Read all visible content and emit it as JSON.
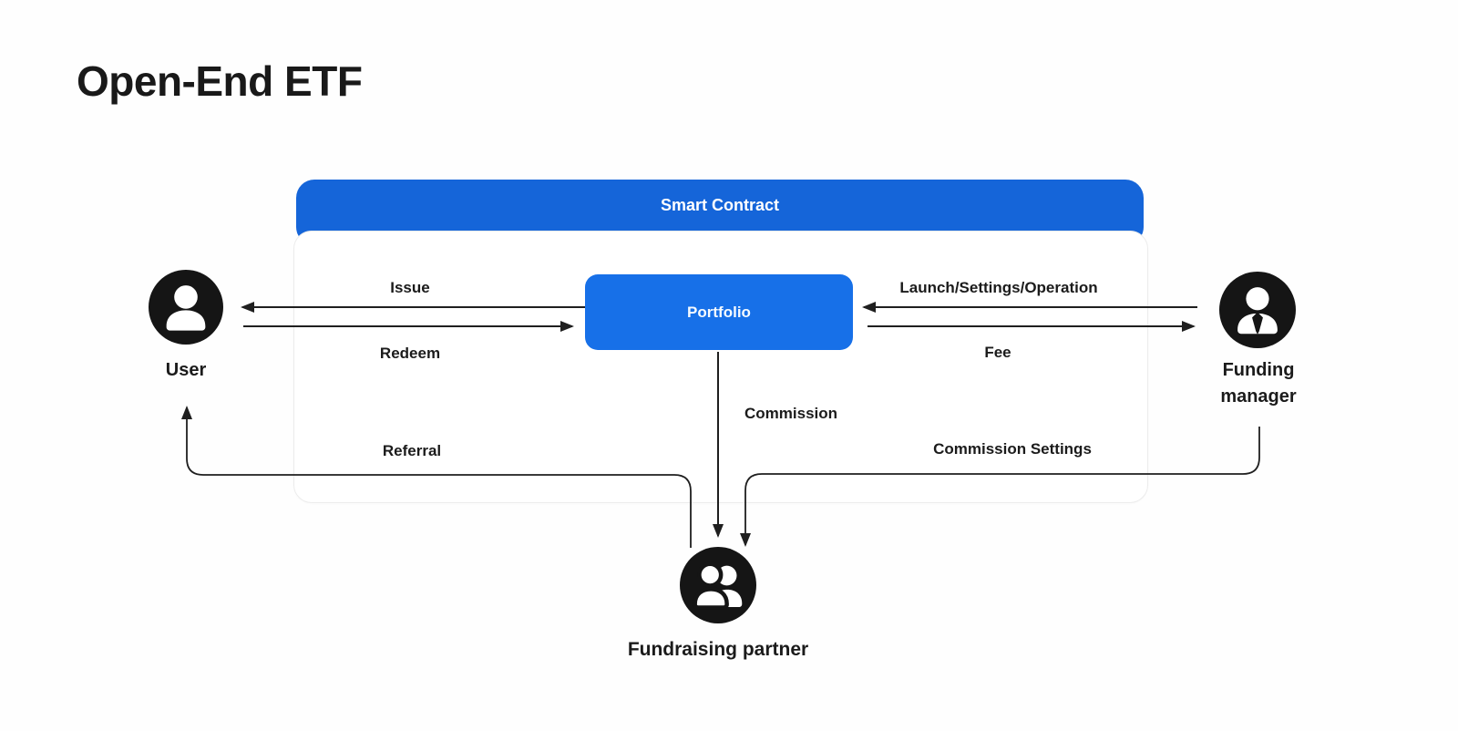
{
  "title": "Open-End ETF",
  "diagram": {
    "container_label": "Smart Contract",
    "center_node_label": "Portfolio",
    "nodes": {
      "user": "User",
      "funding_manager": "Funding manager",
      "fundraising_partner": "Fundraising partner"
    },
    "edges": {
      "issue": "Issue",
      "redeem": "Redeem",
      "launch_settings_operation": "Launch/Settings/Operation",
      "fee": "Fee",
      "commission": "Commission",
      "referral": "Referral",
      "commission_settings": "Commission Settings"
    }
  },
  "colors": {
    "header_blue": "#1565d9",
    "portfolio_blue": "#1770e8",
    "node_black": "#151515",
    "line_color": "#1f1f1f",
    "card_border": "#ececec"
  }
}
